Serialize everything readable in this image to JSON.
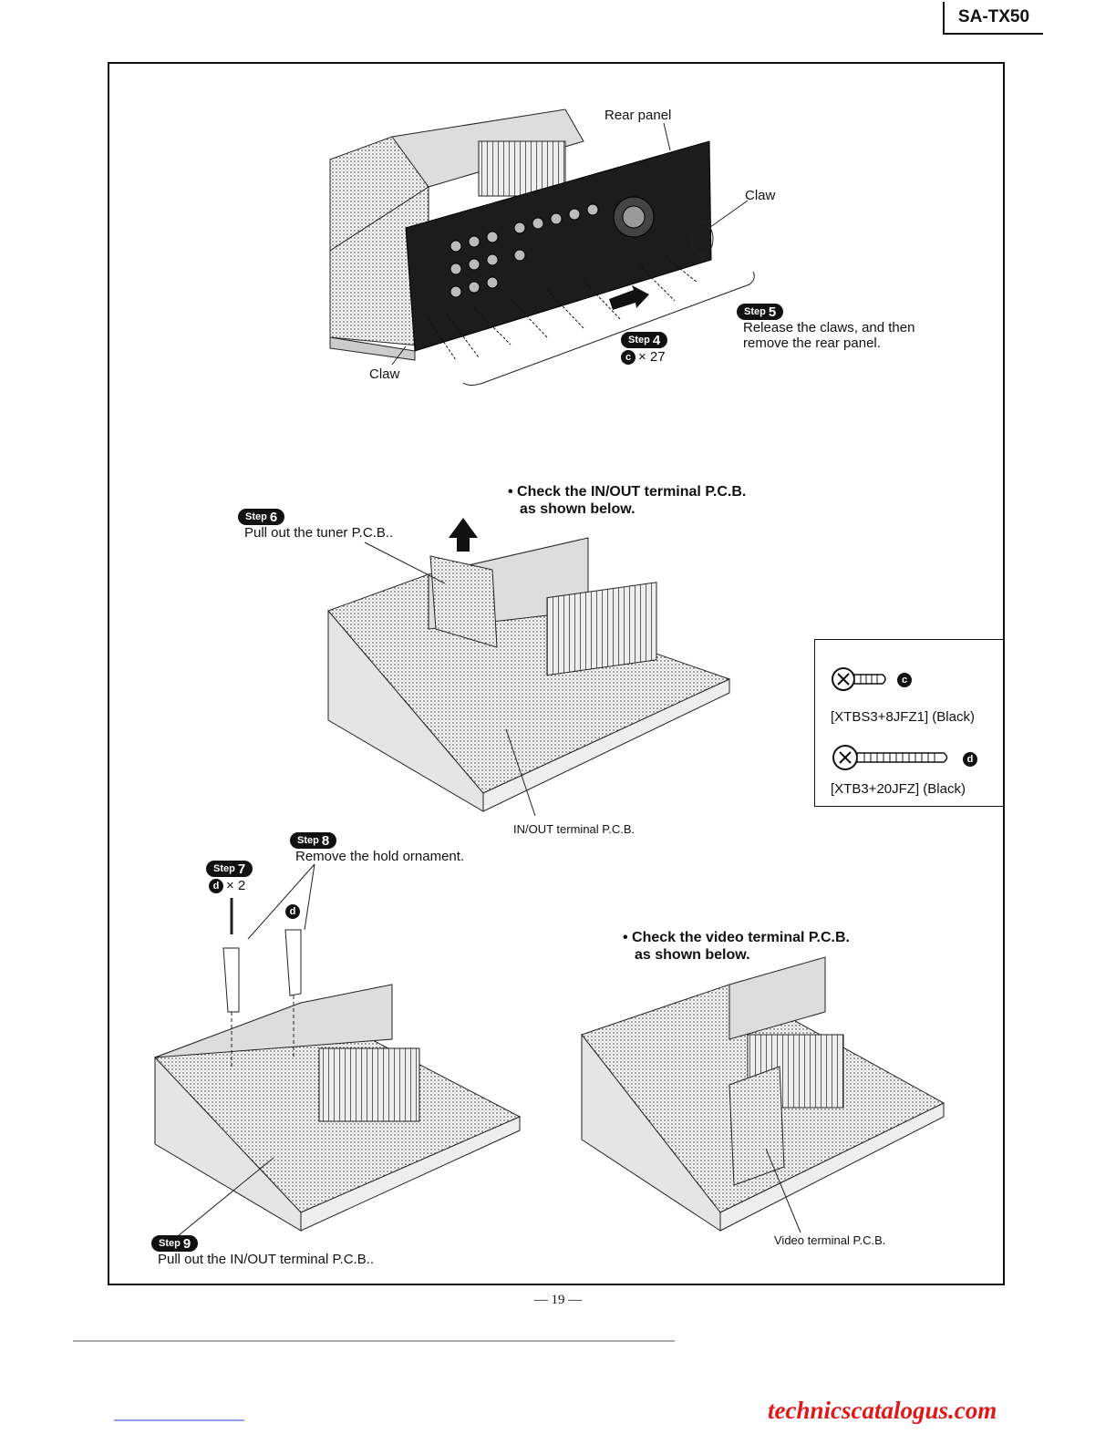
{
  "header": {
    "model": "SA-TX50"
  },
  "figure1": {
    "rear_panel_label": "Rear panel",
    "claw_right_label": "Claw",
    "claw_left_label": "Claw",
    "step4": {
      "badge_text": "Step",
      "badge_num": "4",
      "screw_letter": "c",
      "count_text": "× 27"
    },
    "step5": {
      "badge_text": "Step",
      "badge_num": "5",
      "line1": "Release the claws, and then",
      "line2": "remove the rear panel."
    }
  },
  "figure2": {
    "check_line1": "• Check the IN/OUT terminal P.C.B.",
    "check_line2": "as shown below.",
    "step6": {
      "badge_text": "Step",
      "badge_num": "6",
      "text": "Pull out the tuner P.C.B.."
    },
    "inout_label": "IN/OUT terminal P.C.B."
  },
  "legend": {
    "screw_c": {
      "letter": "c",
      "part": "[XTBS3+8JFZ1] (Black)"
    },
    "screw_d": {
      "letter": "d",
      "part": "[XTB3+20JFZ] (Black)"
    }
  },
  "figure3": {
    "step8": {
      "badge_text": "Step",
      "badge_num": "8",
      "text": "Remove the hold ornament."
    },
    "step7": {
      "badge_text": "Step",
      "badge_num": "7",
      "screw_letter": "d",
      "count_text": "× 2"
    },
    "ornament_screw_letter": "d",
    "step9": {
      "badge_text": "Step",
      "badge_num": "9",
      "text": "Pull out the IN/OUT terminal P.C.B.."
    }
  },
  "figure4": {
    "check_line1": "• Check the video terminal P.C.B.",
    "check_line2": "as shown below.",
    "video_label": "Video terminal P.C.B."
  },
  "footer": {
    "page_number": "— 19 —",
    "website": "technicscatalogus.com"
  }
}
